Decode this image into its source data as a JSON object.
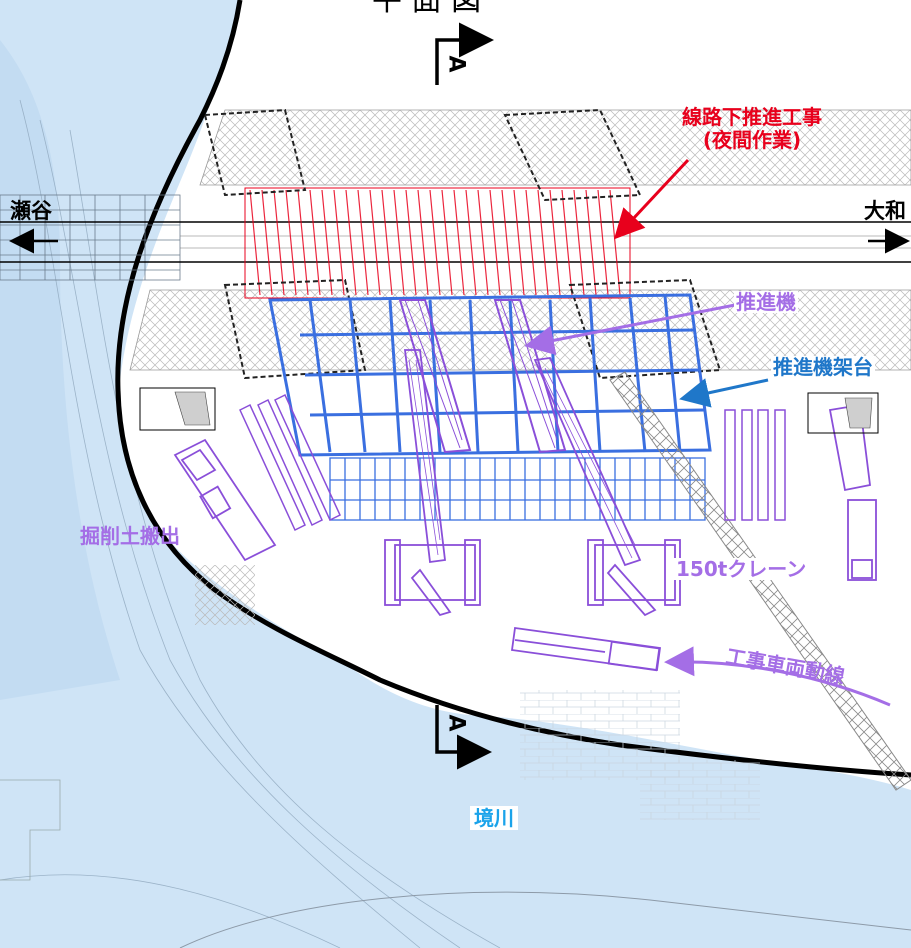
{
  "title_fragment": "平 面 図",
  "directions": {
    "left": {
      "label": "瀬谷",
      "arrow": "←"
    },
    "right": {
      "label": "大和",
      "arrow": "→"
    }
  },
  "section_marker": "A",
  "labels": {
    "track_work_line1": "線路下推進工事",
    "track_work_line2": "(夜間作業)",
    "jacking_machine": "推進機",
    "jacking_platform": "推進機架台",
    "excavated_soil": "掘削土搬出",
    "crane": "150tクレーン",
    "vehicle_route": "工事車両動線",
    "river": "境川"
  },
  "colors": {
    "river": "#cfe4f6",
    "river_label": "#1aa3ea",
    "red_annotation": "#e8001c",
    "purple_annotation": "#a46ee6",
    "blue_annotation": "#1f77c9",
    "jacking_frame": "#3a6fe0",
    "bank_line": "#000000"
  }
}
